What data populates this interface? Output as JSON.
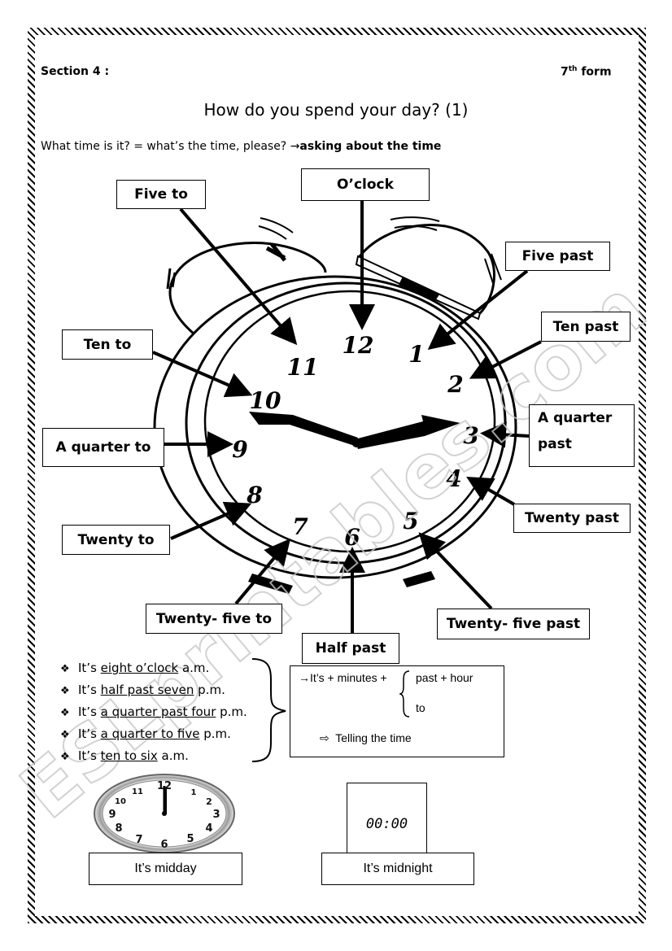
{
  "header": {
    "section": "Section 4 :",
    "form_num": "7",
    "form_sup": "th",
    "form_word": "form"
  },
  "title": "How do you spend your day? (1)",
  "subtitle": {
    "question": "What time is it? = what’s the time, please? ",
    "arrow": "→",
    "note": "asking about the time"
  },
  "clock": {
    "numbers": [
      "12",
      "1",
      "2",
      "3",
      "4",
      "5",
      "6",
      "7",
      "8",
      "9",
      "10",
      "11"
    ]
  },
  "labels": {
    "oclock": "O’clock",
    "five_to": "Five to",
    "five_past": "Five past",
    "ten_past": "Ten past",
    "ten_to": "Ten to",
    "quarter_past_1": "A quarter",
    "quarter_past_2": "past",
    "quarter_to": "A quarter to",
    "twenty_past": "Twenty past",
    "twenty_to": "Twenty to",
    "twenty_five_to": "Twenty- five to",
    "twenty_five_past": "Twenty- five past",
    "half_past": "Half past"
  },
  "watermark": "ESLprintables.com",
  "examples": [
    {
      "pre": "It’s ",
      "time": "eight o’clock",
      "post": " a.m."
    },
    {
      "pre": "It’s ",
      "time": "half past seven",
      "post": " p.m."
    },
    {
      "pre": "It’s ",
      "time": "a quarter past four",
      "post": " p.m."
    },
    {
      "pre": "It’s ",
      "time": "a quarter to five",
      "post": " p.m."
    },
    {
      "pre": "It’s ",
      "time": "ten to six",
      "post": " a.m."
    }
  ],
  "rule": {
    "formula": "→It’s  + minutes +",
    "past": "past + hour",
    "to": "to",
    "arrow": "⇨",
    "caption": "Telling the time"
  },
  "bottom": {
    "midday_caption": "It’s midday",
    "midnight_caption": "It’s midnight",
    "digital_time": "00:00",
    "small_clock_numbers": [
      "12",
      "1",
      "2",
      "3",
      "4",
      "5",
      "6",
      "7",
      "8",
      "9",
      "10",
      "11"
    ]
  }
}
